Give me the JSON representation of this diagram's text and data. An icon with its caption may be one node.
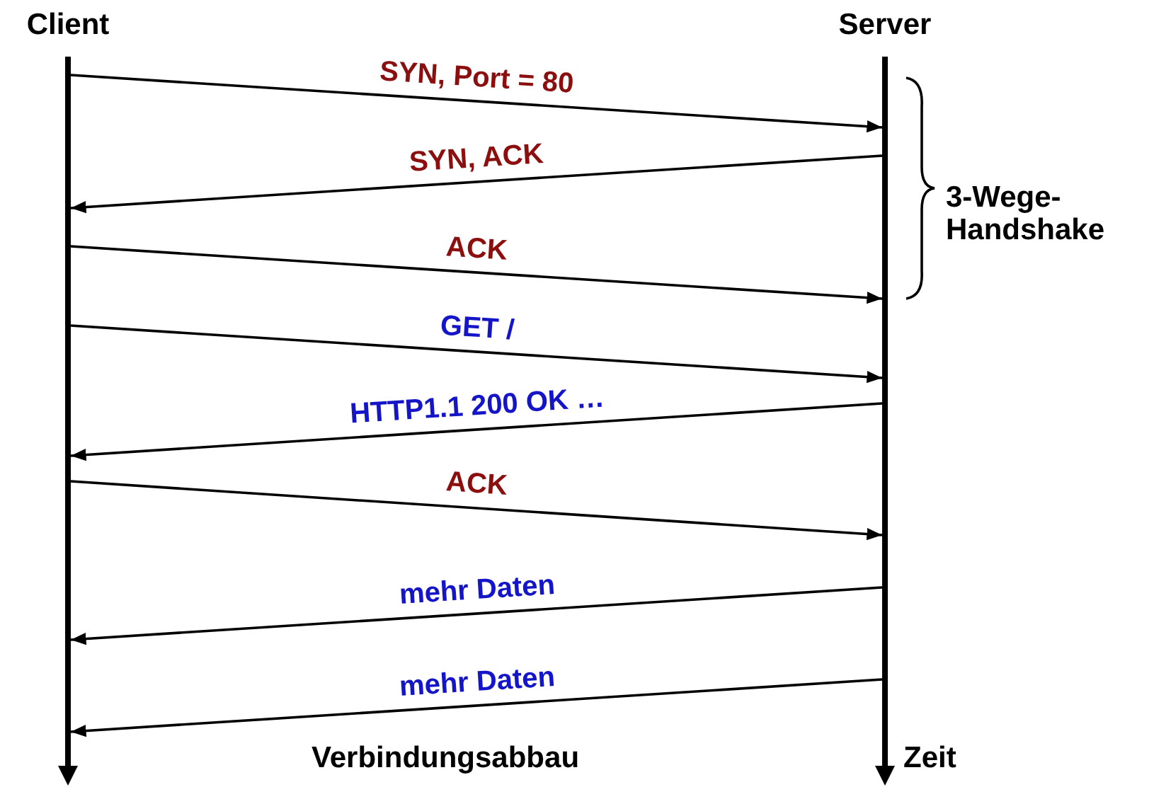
{
  "diagram": {
    "nodes": [
      {
        "text": [
          "Client"
        ]
      },
      {
        "text": [
          "Server"
        ]
      }
    ],
    "edges": [
      {
        "from": 0,
        "to": 1,
        "arrow": "to",
        "label": "SYN, Port = 80"
      },
      {
        "from": 1,
        "to": 0,
        "arrow": "to",
        "label": "SYN, ACK"
      },
      {
        "from": 0,
        "to": 1,
        "arrow": "to",
        "label": "ACK"
      },
      {
        "from": 0,
        "to": 1,
        "arrow": "to",
        "label": "GET /"
      },
      {
        "from": 1,
        "to": 0,
        "arrow": "to",
        "label": "HTTP1.1 200 OK …"
      },
      {
        "from": 0,
        "to": 1,
        "arrow": "to",
        "label": "ACK"
      },
      {
        "from": 1,
        "to": 0,
        "arrow": "to",
        "label": "mehr Daten"
      },
      {
        "from": 1,
        "to": 0,
        "arrow": "to",
        "label": "mehr Daten"
      }
    ],
    "labels": [
      "3-Wege- Handshake",
      "Verbindungsabbau",
      "Zeit"
    ]
  }
}
